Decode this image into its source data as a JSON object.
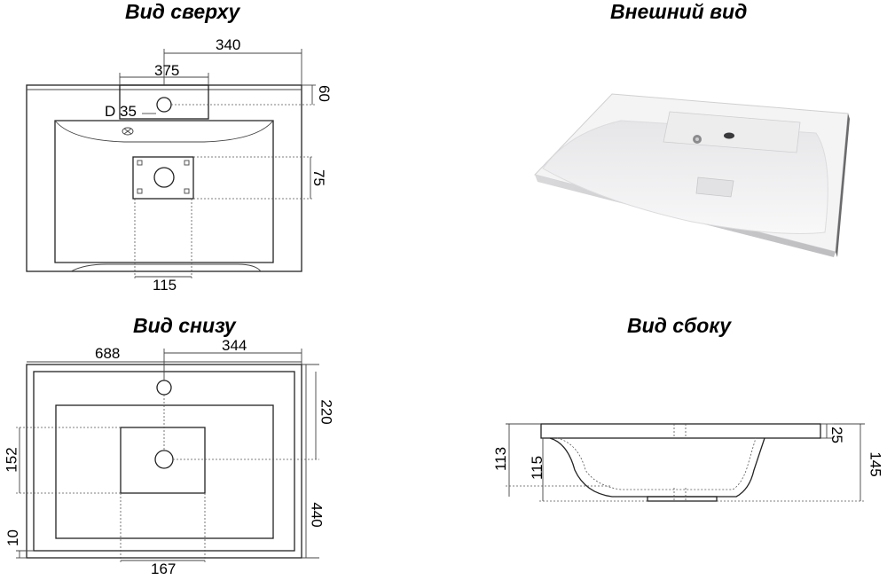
{
  "headings": {
    "top_view": "Вид сверху",
    "exterior_view": "Внешний вид",
    "bottom_view": "Вид снизу",
    "side_view": "Вид сбоку"
  },
  "top_view": {
    "dim_340": "340",
    "dim_375": "375",
    "dim_60": "60",
    "dim_d35": "D 35",
    "dim_75": "75",
    "dim_115": "115"
  },
  "bottom_view": {
    "dim_688": "688",
    "dim_344": "344",
    "dim_220": "220",
    "dim_152": "152",
    "dim_440": "440",
    "dim_10": "10",
    "dim_167": "167"
  },
  "side_view": {
    "dim_25": "25",
    "dim_113": "113",
    "dim_115": "115",
    "dim_145": "145"
  }
}
